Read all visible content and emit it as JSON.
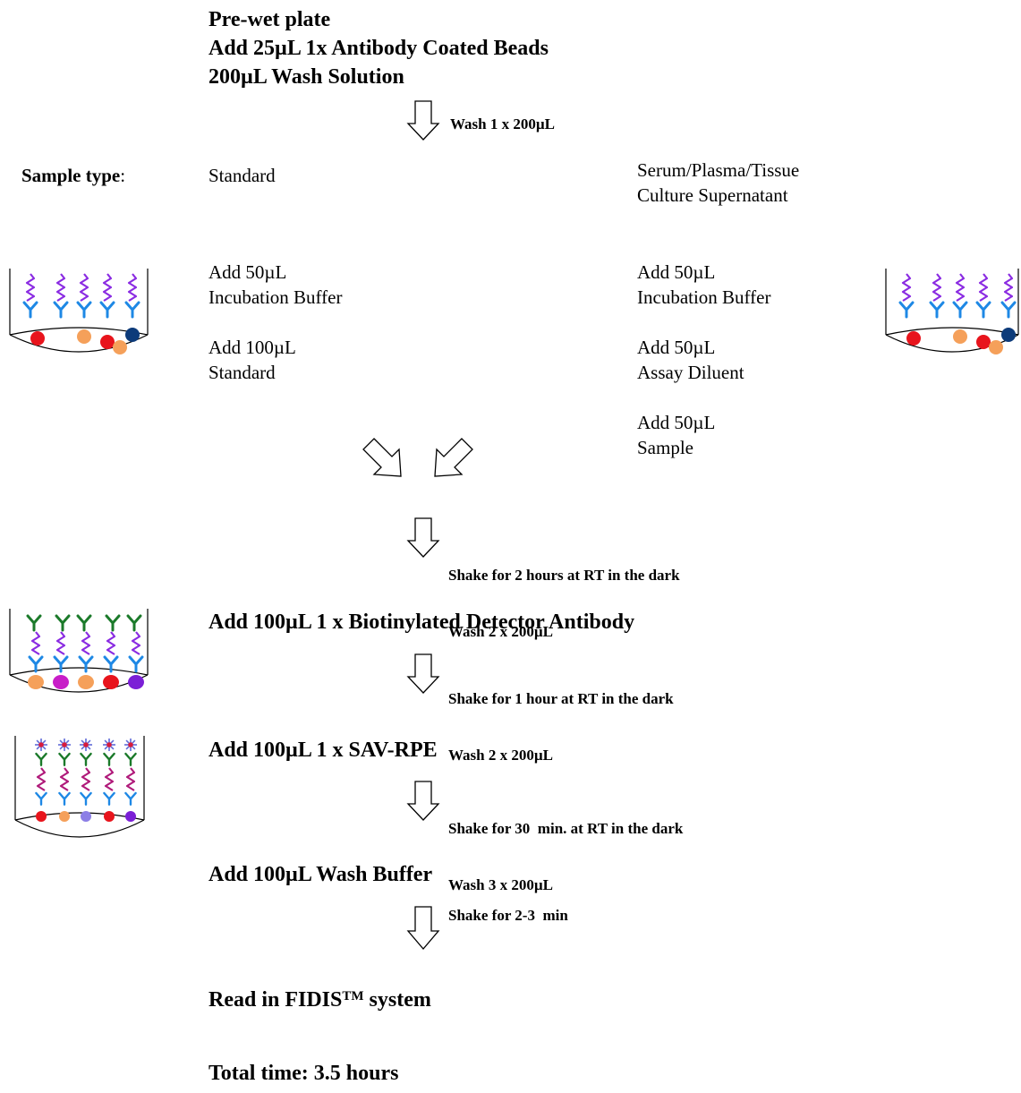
{
  "header": {
    "line1": "Pre-wet plate",
    "line2": "Add 25µL 1x Antibody Coated Beads",
    "line3": "200µL Wash Solution"
  },
  "step_wash1": "Wash 1 x 200µL",
  "sample_type_label": "Sample type",
  "sample_type_colon": ":",
  "standard_col": {
    "title": "Standard",
    "step1_a": "Add 50µL",
    "step1_b": "Incubation Buffer",
    "step2_a": "Add 100µL",
    "step2_b": "Standard"
  },
  "sample_col": {
    "title_a": "Serum/Plasma/Tissue",
    "title_b": "Culture Supernatant",
    "step1_a": "Add 50µL",
    "step1_b": "Incubation Buffer",
    "step2_a": "Add 50µL",
    "step2_b": "Assay Diluent",
    "step3_a": "Add 50µL",
    "step3_b": "Sample"
  },
  "shake1_a": "Shake for 2 hours at RT in the dark",
  "shake1_b": "Wash 2 x 200µL",
  "detector": "Add 100µL 1 x Biotinylated Detector Antibody",
  "shake2_a": "Shake for 1 hour at RT in the dark",
  "shake2_b": "Wash 2 x 200µL",
  "sav": "Add 100µL 1 x SAV-RPE",
  "shake3_a": "Shake for 30  min. at RT in the dark",
  "shake3_b": "Wash 3 x 200µL",
  "wash_buffer": "Add 100µL Wash Buffer",
  "shake4": "Shake for 2-3  min",
  "read_prefix": "Read in FIDIS",
  "read_tm": "TM",
  "read_suffix": " system",
  "total_time": "Total time: 3.5 hours",
  "colors": {
    "purple": "#8a2be2",
    "blue": "#1e88e5",
    "green": "#1b7a2a",
    "red": "#e8141c",
    "orange": "#f5a05a",
    "navy": "#0d3b7a",
    "magenta": "#c81ec8",
    "violet": "#7b1fd6",
    "lavender": "#8c7fe6",
    "star_blue": "#5f6bd8",
    "star_red": "#d81b3c",
    "antibody_magenta": "#b01a7a"
  }
}
